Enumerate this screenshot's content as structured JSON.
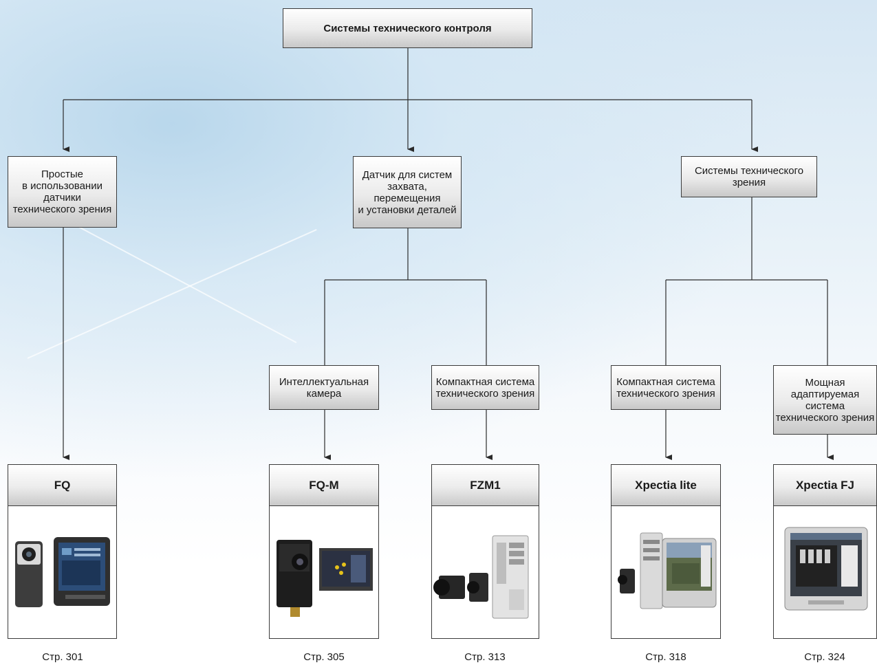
{
  "root": {
    "label": "Системы технического контроля"
  },
  "categories": [
    {
      "label": "Простые\nв использовании\nдатчики\nтехнического зрения"
    },
    {
      "label": "Датчик для систем\nзахвата,\nперемещения\nи установки деталей"
    },
    {
      "label": "Системы технического\nзрения"
    }
  ],
  "subcategories": [
    {
      "label": "Интеллектуальная\nкамера"
    },
    {
      "label": "Компактная система\nтехнического зрения"
    },
    {
      "label": "Компактная система\nтехнического зрения"
    },
    {
      "label": "Мощная\nадаптируемая\nсистема\nтехнического зрения"
    }
  ],
  "products": [
    {
      "name": "FQ",
      "page": "Стр. 301"
    },
    {
      "name": "FQ-M",
      "page": "Стр. 305"
    },
    {
      "name": "FZM1",
      "page": "Стр. 313"
    },
    {
      "name": "Xpectia lite",
      "page": "Стр. 318"
    },
    {
      "name": "Xpectia FJ",
      "page": "Стр. 324"
    }
  ]
}
